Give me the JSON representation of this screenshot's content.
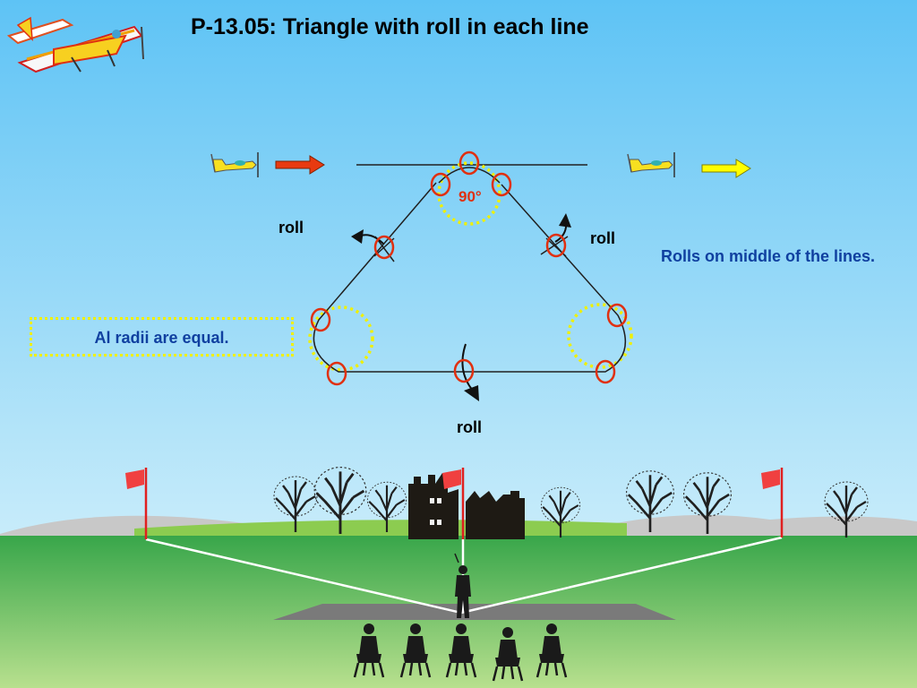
{
  "title": "P-13.05: Triangle with roll in each line",
  "labels": {
    "roll_left": "roll",
    "roll_right": "roll",
    "roll_bottom": "roll",
    "angle": "90°"
  },
  "notes": {
    "rolls_position": "Rolls on middle of the lines.",
    "radii": "Al radii are equal."
  },
  "colors": {
    "sky_top": "#5ec3f5",
    "sky_bottom": "#c8ecfa",
    "grass": "#7cc86a",
    "entry_arrow": "#e83a10",
    "exit_arrow": "#ffff00",
    "roll_marker": "#e03010",
    "radius_marker": "#f0f000",
    "note_text": "#1040a0",
    "flag": "#e02020"
  },
  "icons": [
    "plane-logo-icon",
    "entry-plane-icon",
    "exit-plane-icon",
    "flag-icon",
    "pilot-icon",
    "judge-icon",
    "castle-icon",
    "tree-icon"
  ]
}
